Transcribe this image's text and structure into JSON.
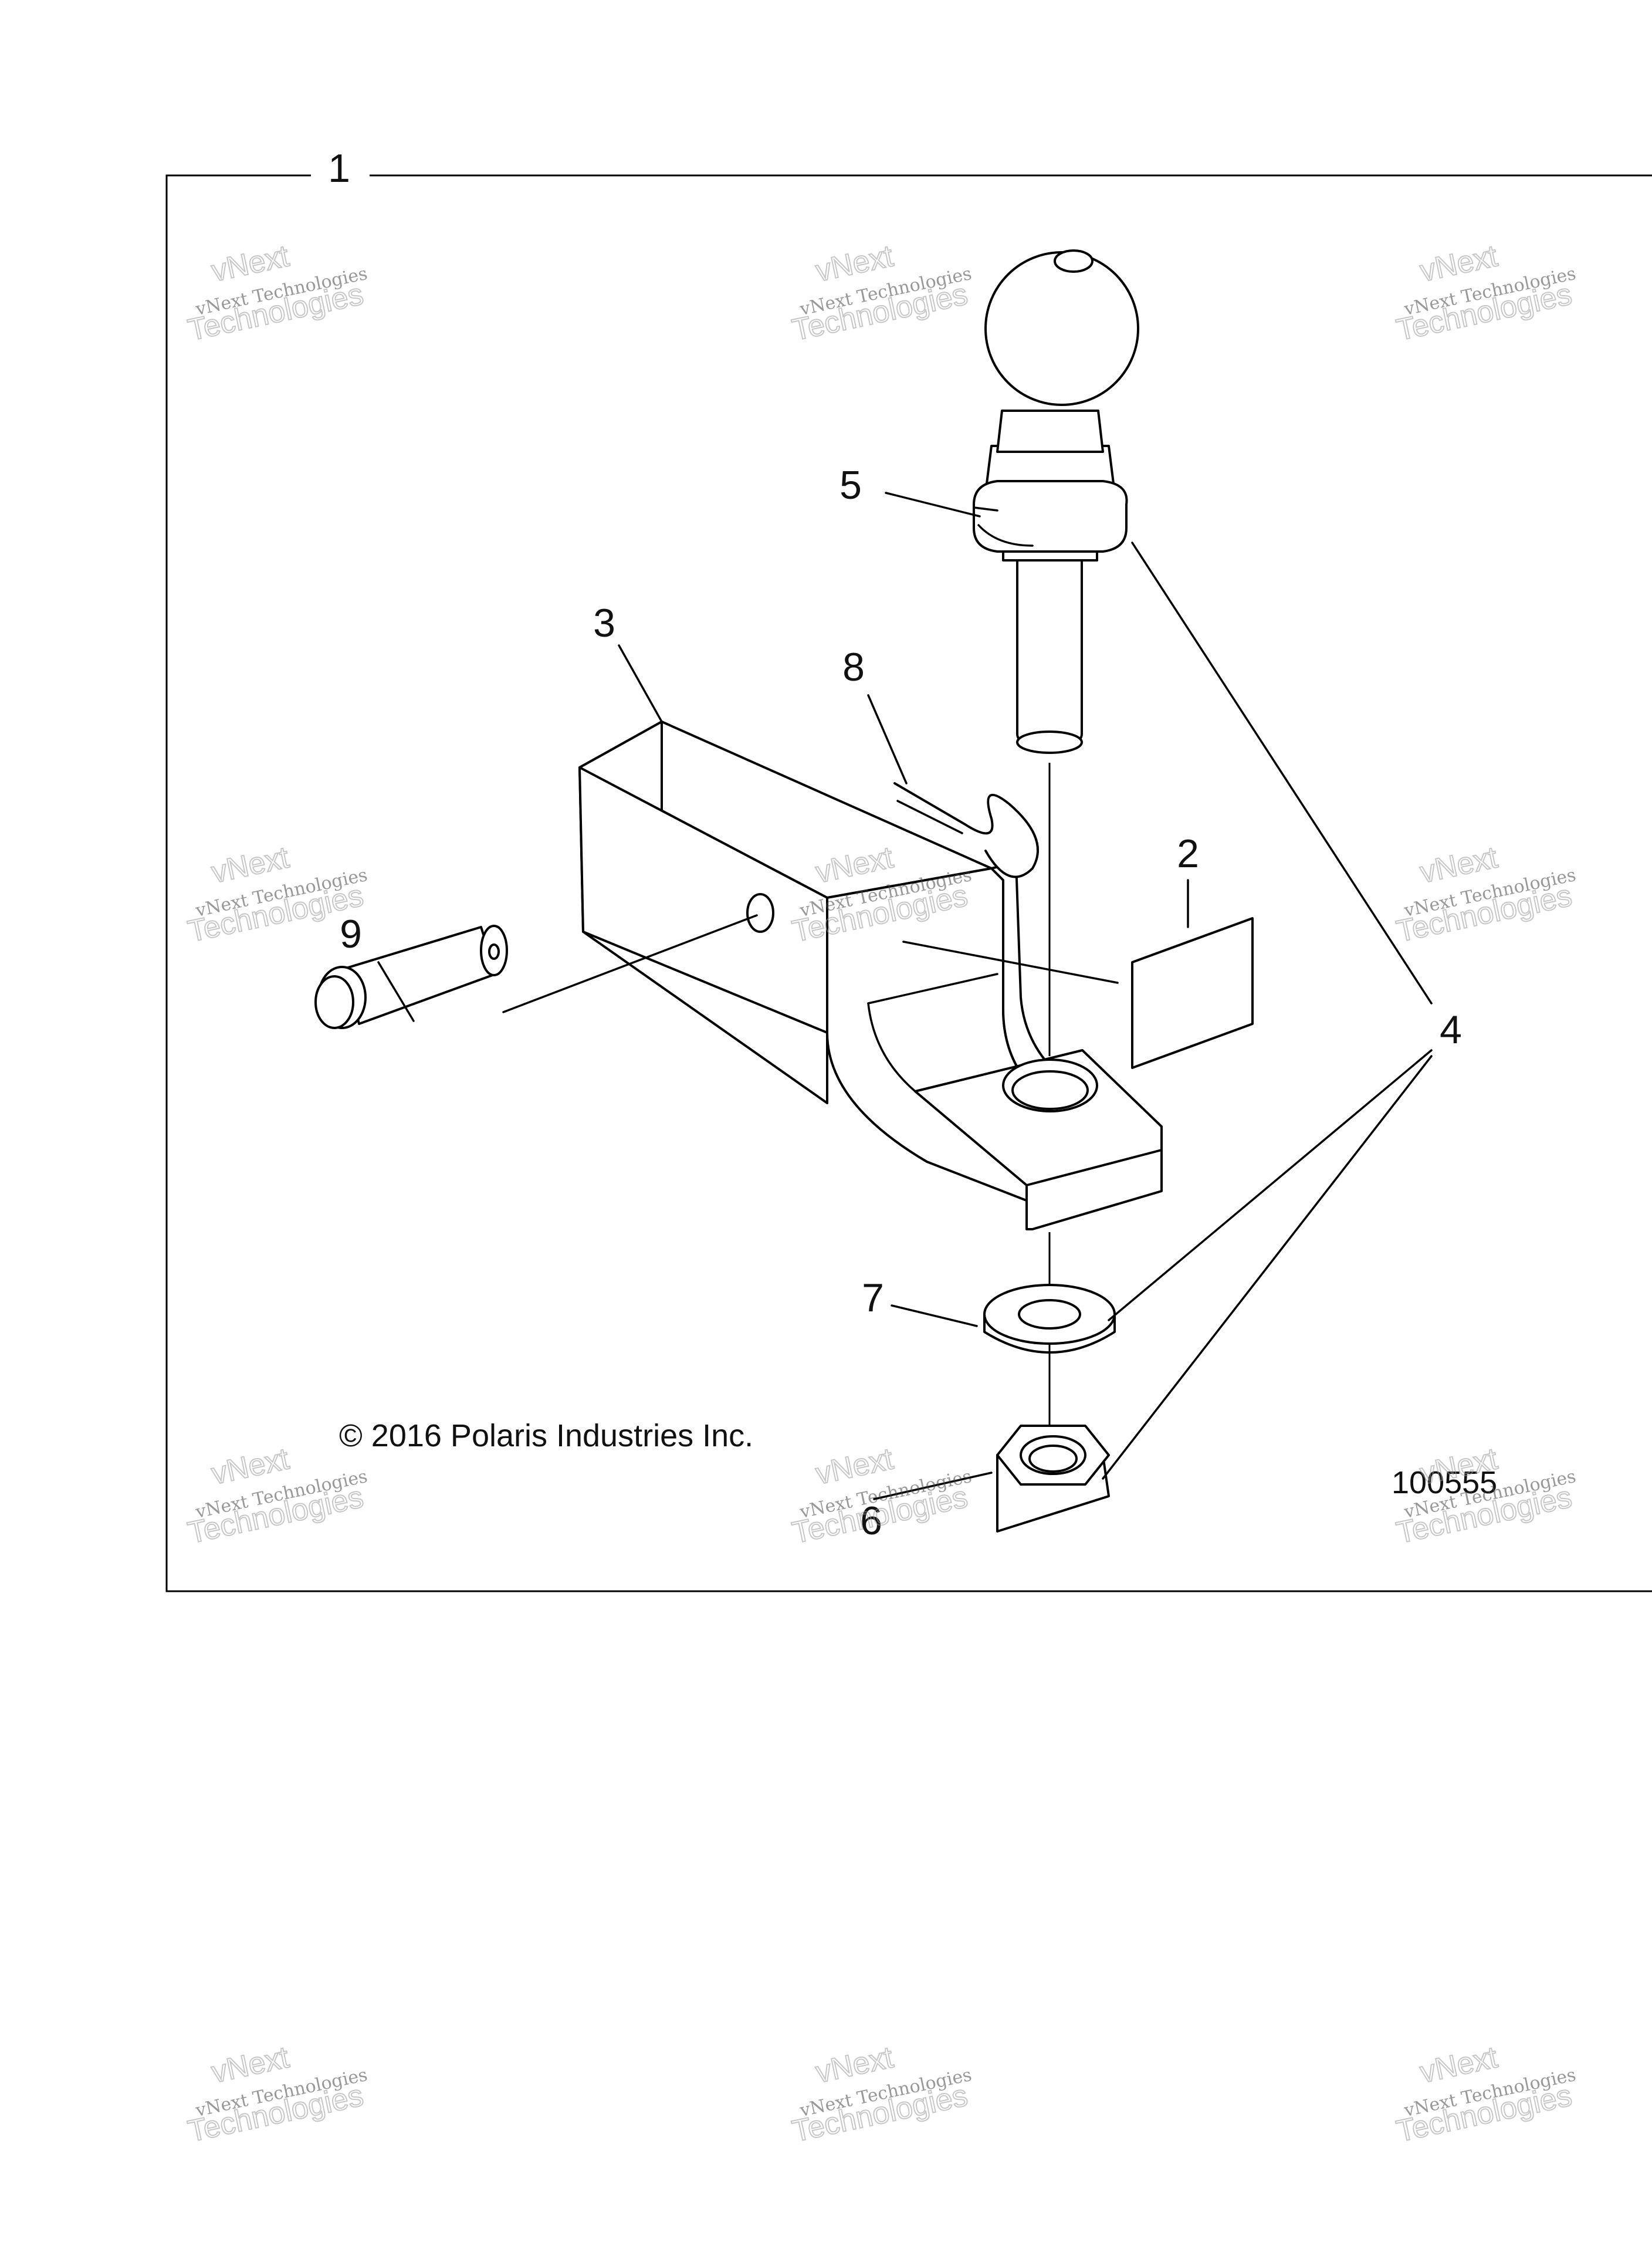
{
  "diagram": {
    "callouts": [
      {
        "id": "1",
        "label": "1"
      },
      {
        "id": "2",
        "label": "2"
      },
      {
        "id": "3",
        "label": "3"
      },
      {
        "id": "4",
        "label": "4"
      },
      {
        "id": "5",
        "label": "5"
      },
      {
        "id": "6",
        "label": "6"
      },
      {
        "id": "7",
        "label": "7"
      },
      {
        "id": "8",
        "label": "8"
      },
      {
        "id": "9",
        "label": "9"
      }
    ],
    "copyright": "© 2016 Polaris Industries Inc.",
    "figure_number": "100555"
  },
  "watermark": {
    "line1": "vNext Technologies",
    "line2": "Technologies",
    "line3": "vNext"
  }
}
